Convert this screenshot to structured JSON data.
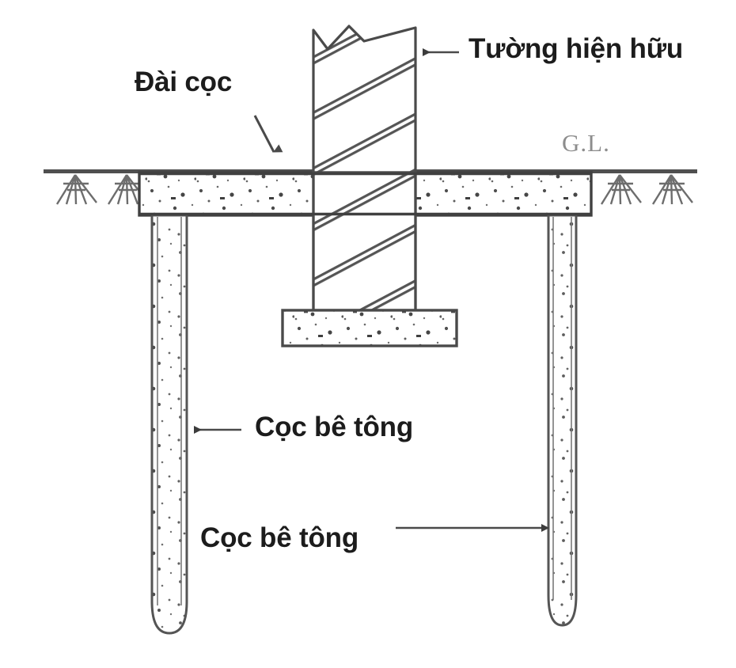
{
  "diagram": {
    "title": "Mong coc - Pile foundation section",
    "type": "engineering-section-drawing",
    "colors": {
      "line": "#4a4a4a",
      "line_dark": "#333333",
      "text": "#1c1c1c",
      "gl_text": "#8d8d8d",
      "speckle": "#555555",
      "background": "#ffffff"
    },
    "labels": [
      {
        "id": "dai-coc",
        "text": "Đài cọc",
        "meaning": "pile-cap",
        "arrow": "diagonal-down-right"
      },
      {
        "id": "tuong-hien-huu",
        "text": "Tường hiện hữu",
        "meaning": "existing-wall",
        "arrow": "left"
      },
      {
        "id": "coc-be-tong-1",
        "text": "Cọc bê tông",
        "meaning": "concrete-pile",
        "arrow": "left"
      },
      {
        "id": "coc-be-tong-2",
        "text": "Cọc bê tông",
        "meaning": "concrete-pile",
        "arrow": "right"
      },
      {
        "id": "ground-level",
        "text": "G.L.",
        "meaning": "ground-level",
        "arrow": "none"
      }
    ],
    "elements": {
      "ground_line": "ground-level-line",
      "ground_hatch_left": "hatch-marks-left",
      "ground_hatch_right": "hatch-marks-right",
      "pile_cap": "pile-cap-concrete",
      "existing_wall": "existing-masonry-wall",
      "wall_break": "break-line-zigzag",
      "wall_footing": "wall-strip-footing",
      "pile_left": "concrete-pile-left",
      "pile_right": "concrete-pile-right"
    }
  }
}
